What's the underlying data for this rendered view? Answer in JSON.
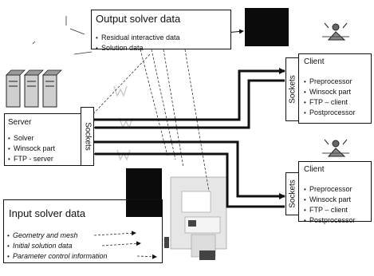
{
  "output_box": {
    "title": "Output solver data",
    "items": [
      "Residual interactive data",
      "Solution data"
    ]
  },
  "input_box": {
    "title": "Input solver data",
    "items": [
      "Geometry and mesh",
      "Initial solution data",
      "Parameter control information"
    ]
  },
  "server": {
    "title": "Server",
    "sockets_label": "Sockets",
    "items": [
      "Solver",
      "Winsock part",
      "FTP - server"
    ]
  },
  "clients": [
    {
      "title": "Client",
      "sockets_label": "Sockets",
      "items": [
        "Preprocessor",
        "Winsock part",
        "FTP – client",
        "Postprocessor"
      ]
    },
    {
      "title": "Client",
      "sockets_label": "Sockets",
      "items": [
        "Preprocessor",
        "Winsock part",
        "FTP – client",
        "Postprocessor"
      ]
    }
  ],
  "colors": {
    "line": "#111111",
    "dark_panel": "#0b0b0b",
    "grey_panel": "#d8d8d8"
  }
}
